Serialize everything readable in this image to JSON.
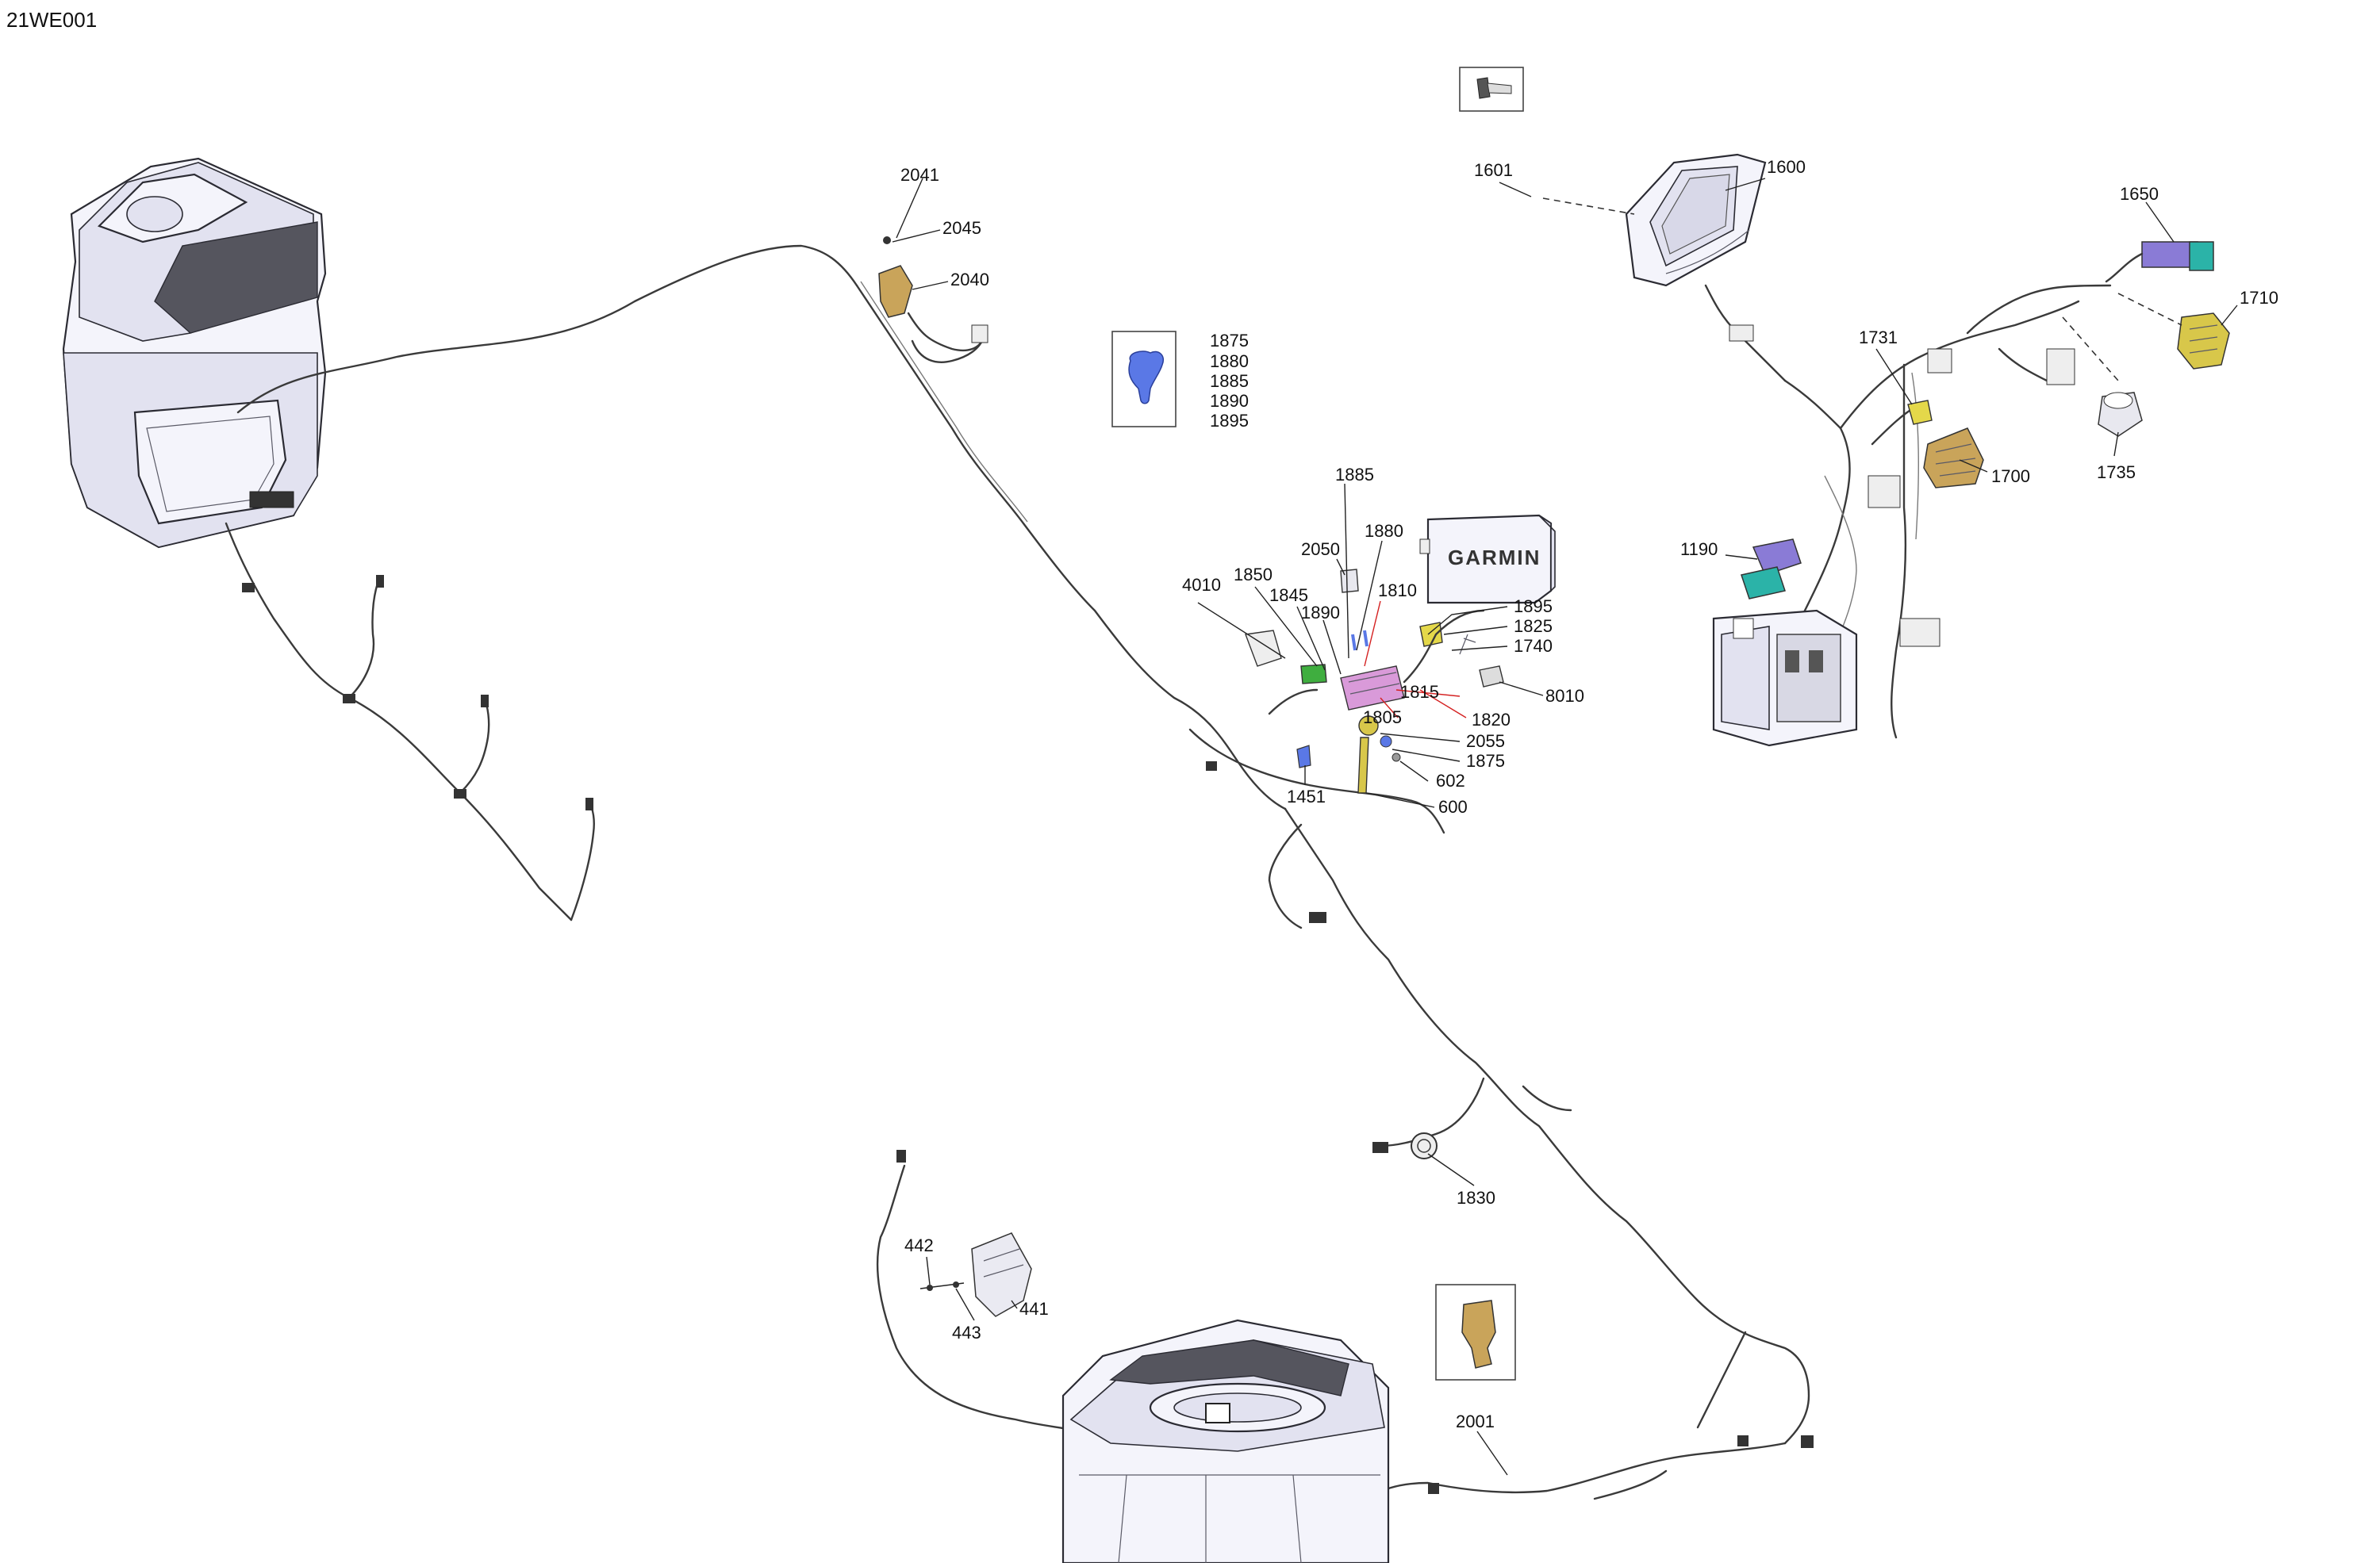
{
  "ref_code": "21WE001",
  "brand_text": "GARMIN",
  "callouts": [
    {
      "id": "c1601",
      "text": "1601"
    },
    {
      "id": "c1600",
      "text": "1600"
    },
    {
      "id": "c1650",
      "text": "1650"
    },
    {
      "id": "c1710",
      "text": "1710"
    },
    {
      "id": "c1731",
      "text": "1731"
    },
    {
      "id": "c1700",
      "text": "1700"
    },
    {
      "id": "c1735",
      "text": "1735"
    },
    {
      "id": "c1190",
      "text": "1190"
    },
    {
      "id": "c2041",
      "text": "2041"
    },
    {
      "id": "c2045",
      "text": "2045"
    },
    {
      "id": "c2040",
      "text": "2040"
    },
    {
      "id": "c1885a",
      "text": "1885"
    },
    {
      "id": "c1880a",
      "text": "1880"
    },
    {
      "id": "c2050",
      "text": "2050"
    },
    {
      "id": "c4010",
      "text": "4010"
    },
    {
      "id": "c1850",
      "text": "1850"
    },
    {
      "id": "c1845",
      "text": "1845"
    },
    {
      "id": "c1810",
      "text": "1810"
    },
    {
      "id": "c1890a",
      "text": "1890"
    },
    {
      "id": "c1895a",
      "text": "1895"
    },
    {
      "id": "c1825",
      "text": "1825"
    },
    {
      "id": "c1740",
      "text": "1740"
    },
    {
      "id": "c8010",
      "text": "8010"
    },
    {
      "id": "c1815",
      "text": "1815"
    },
    {
      "id": "c1820",
      "text": "1820"
    },
    {
      "id": "c1805",
      "text": "1805"
    },
    {
      "id": "c2055",
      "text": "2055"
    },
    {
      "id": "c1875a",
      "text": "1875"
    },
    {
      "id": "c602",
      "text": "602"
    },
    {
      "id": "c600",
      "text": "600"
    },
    {
      "id": "c1451",
      "text": "1451"
    },
    {
      "id": "c1830",
      "text": "1830"
    },
    {
      "id": "c442",
      "text": "442"
    },
    {
      "id": "c443",
      "text": "443"
    },
    {
      "id": "c441",
      "text": "441"
    },
    {
      "id": "c2001",
      "text": "2001"
    }
  ],
  "clip_box_labels": [
    "1875",
    "1880",
    "1885",
    "1890",
    "1895"
  ],
  "colors": {
    "blue_part": "#5a78e6",
    "yellow_part": "#d8c74a",
    "tan_part": "#c9a45a",
    "green_part": "#3fae3f",
    "teal_part": "#2bb3a8",
    "purple_part": "#8a7bd6",
    "pink_part": "#d99ad9",
    "leader_red": "#d42020"
  }
}
